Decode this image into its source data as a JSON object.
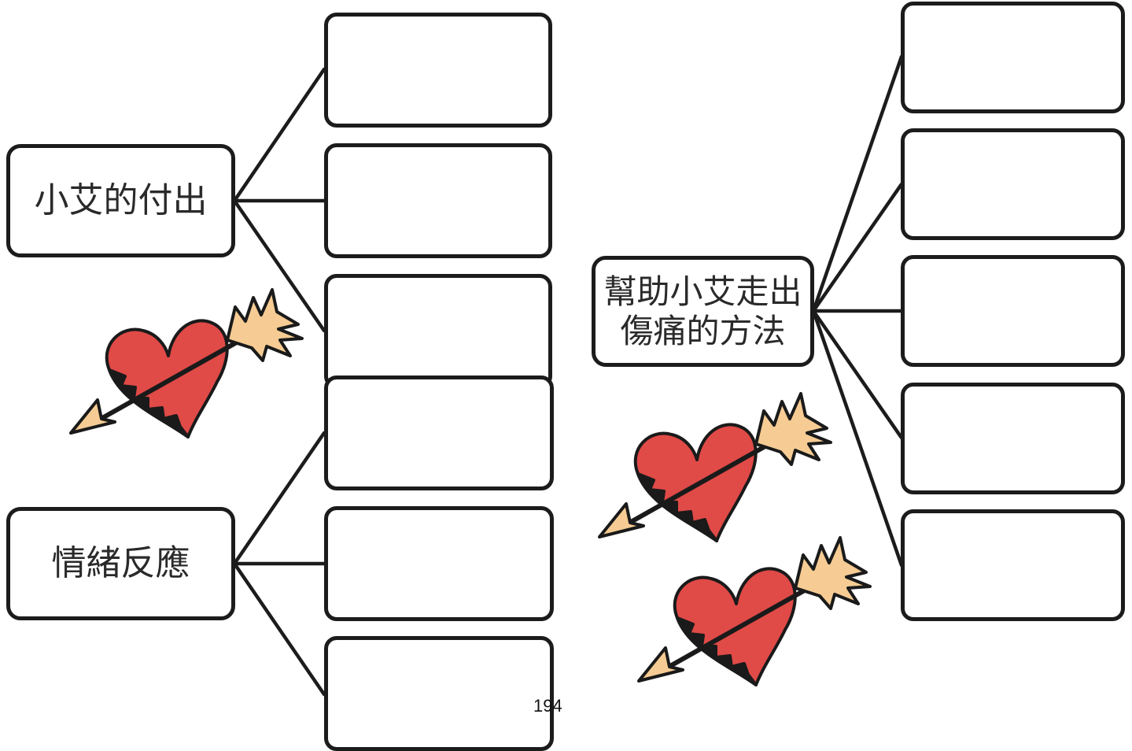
{
  "diagram": {
    "left_top_label": "小艾的付出",
    "left_bottom_label": "情緒反應",
    "right_label_line1": "幫助小艾走出",
    "right_label_line2": "傷痛的方法",
    "page_number": "194"
  },
  "colors": {
    "outline": "#1c1c1c",
    "heart_red": "#e04a47",
    "arrow_tip": "#f6cc94"
  },
  "icons": [
    "heart-with-arrow-icon",
    "heart-with-arrow-icon",
    "heart-with-arrow-icon"
  ]
}
